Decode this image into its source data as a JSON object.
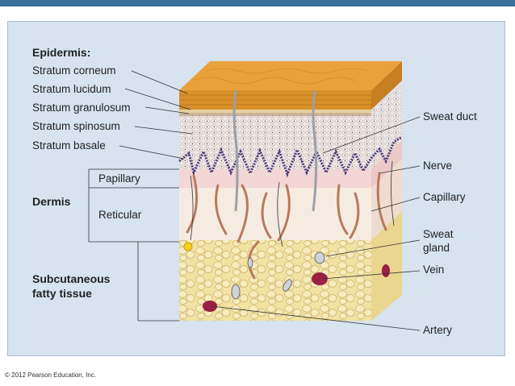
{
  "labels": {
    "epidermis": "Epidermis:",
    "stratum_corneum": "Stratum corneum",
    "stratum_lucidum": "Stratum lucidum",
    "stratum_granulosum": "Stratum granulosum",
    "stratum_spinosum": "Stratum spinosum",
    "stratum_basale": "Stratum basale",
    "papillary": "Papillary",
    "dermis": "Dermis",
    "reticular": "Reticular",
    "subcutaneous_line1": "Subcutaneous",
    "subcutaneous_line2": "fatty tissue",
    "sweat_duct": "Sweat duct",
    "nerve": "Nerve",
    "capillary": "Capillary",
    "sweat_gland_line1": "Sweat",
    "sweat_gland_line2": "gland",
    "vein": "Vein",
    "artery": "Artery"
  },
  "copyright": "© 2012 Pearson Education, Inc.",
  "colors": {
    "header_bar": "#3b6f9a",
    "panel": "#d7e3ef",
    "corneum": "#d8902a",
    "dermis": "#f3e1dc",
    "fat": "#f4e3a8",
    "capillary": "#b87a5e",
    "vein": "#9a1f45"
  }
}
